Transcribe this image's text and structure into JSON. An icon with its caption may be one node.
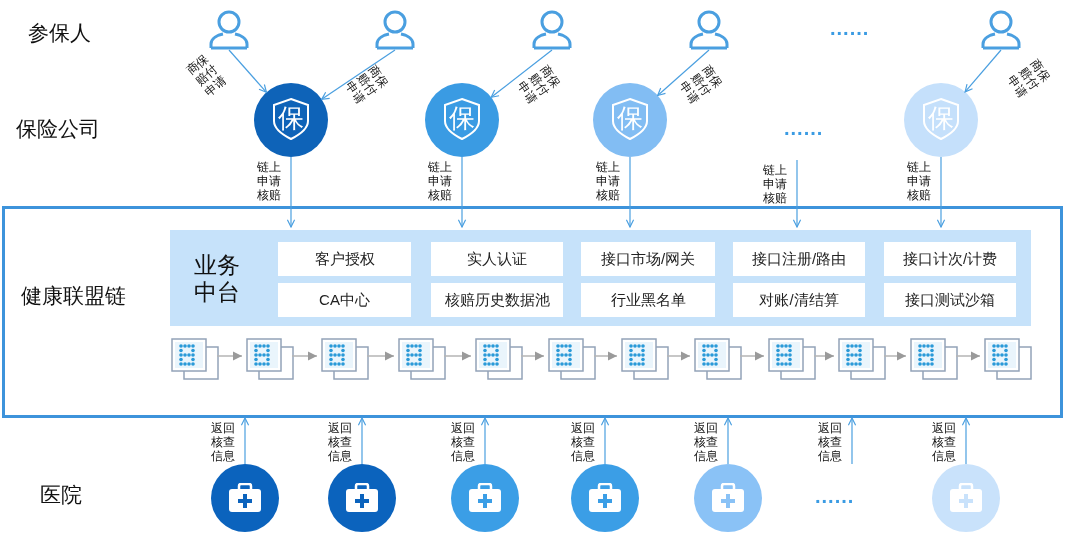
{
  "diagram": {
    "nodes": [
      {
        "text": [],
        "shape": "person"
      },
      {
        "text": [],
        "shape": "person"
      },
      {
        "text": [],
        "shape": "person"
      },
      {
        "text": [],
        "shape": "person"
      },
      {
        "text": [],
        "shape": "person"
      },
      {
        "text": [
          "保"
        ]
      },
      {
        "text": [
          "保"
        ]
      },
      {
        "text": [
          "保"
        ]
      },
      {
        "text": [
          "保"
        ]
      },
      {
        "text": [
          "健康联盟链"
        ]
      },
      {
        "text": [
          "业务中台"
        ],
        "in": 9
      },
      {
        "text": [
          "客户授权"
        ],
        "in": 10
      },
      {
        "text": [
          "实人认证"
        ],
        "in": 10
      },
      {
        "text": [
          "接口市场/网关"
        ],
        "in": 10
      },
      {
        "text": [
          "接口注册/路由"
        ],
        "in": 10
      },
      {
        "text": [
          "接口计次/计费"
        ],
        "in": 10
      },
      {
        "text": [
          "CA中心"
        ],
        "in": 10
      },
      {
        "text": [
          "核赔历史数据池"
        ],
        "in": 10
      },
      {
        "text": [
          "行业黑名单"
        ],
        "in": 10
      },
      {
        "text": [
          "对账/清结算"
        ],
        "in": 10
      },
      {
        "text": [
          "接口测试沙箱"
        ],
        "in": 10
      },
      {
        "text": [],
        "shape": "picture",
        "in": 9
      },
      {
        "text": [],
        "shape": "picture",
        "in": 9
      },
      {
        "text": [],
        "shape": "picture",
        "in": 9
      },
      {
        "text": [],
        "shape": "picture",
        "in": 9
      },
      {
        "text": [],
        "shape": "picture",
        "in": 9
      },
      {
        "text": [],
        "shape": "picture",
        "in": 9
      },
      {
        "text": [],
        "shape": "picture",
        "in": 9
      },
      {
        "text": [],
        "shape": "picture",
        "in": 9
      },
      {
        "text": [],
        "shape": "picture",
        "in": 9
      },
      {
        "text": [],
        "shape": "picture",
        "in": 9
      },
      {
        "text": [],
        "shape": "picture",
        "in": 9
      },
      {
        "text": [],
        "shape": "picture",
        "in": 9
      },
      {
        "text": [],
        "shape": "circle"
      },
      {
        "text": [],
        "shape": "circle"
      },
      {
        "text": [],
        "shape": "circle"
      },
      {
        "text": [],
        "shape": "circle"
      },
      {
        "text": [],
        "shape": "circle"
      },
      {
        "text": [],
        "shape": "circle"
      }
    ],
    "edges": [
      {
        "from": 0,
        "to": 5,
        "arrow": "to",
        "label": "商保赔付申请"
      },
      {
        "from": 1,
        "to": 5,
        "arrow": "to",
        "label": "商保赔付申请"
      },
      {
        "from": 2,
        "to": 6,
        "arrow": "to",
        "label": "商保赔付申请"
      },
      {
        "from": 3,
        "to": 7,
        "arrow": "to",
        "label": "商保赔付申请"
      },
      {
        "from": 4,
        "to": 8,
        "arrow": "to",
        "label": "商保赔付申请"
      },
      {
        "from": 5,
        "to": 10,
        "arrow": "to",
        "label": "链上申请核赔"
      },
      {
        "from": 6,
        "to": 10,
        "arrow": "to",
        "label": "链上申请核赔"
      },
      {
        "from": 7,
        "to": 10,
        "arrow": "to",
        "label": "链上申请核赔"
      },
      {
        "from": null,
        "to": 10,
        "arrow": "to",
        "label": "链上申请核赔"
      },
      {
        "from": 8,
        "to": 10,
        "arrow": "to",
        "label": "链上申请核赔"
      },
      {
        "from": 21,
        "to": 22,
        "arrow": "to",
        "color": "#b4b4b4"
      },
      {
        "from": 22,
        "to": 23,
        "arrow": "to",
        "color": "#b4b4b4"
      },
      {
        "from": 23,
        "to": 24,
        "arrow": "to",
        "color": "#b4b4b4"
      },
      {
        "from": 24,
        "to": 25,
        "arrow": "to",
        "color": "#b4b4b4"
      },
      {
        "from": 25,
        "to": 26,
        "arrow": "to",
        "color": "#b4b4b4"
      },
      {
        "from": 26,
        "to": 27,
        "arrow": "to",
        "color": "#b4b4b4"
      },
      {
        "from": 27,
        "to": 28,
        "arrow": "to",
        "color": "#b4b4b4"
      },
      {
        "from": 28,
        "to": 29,
        "arrow": "to",
        "color": "#b4b4b4"
      },
      {
        "from": 29,
        "to": 30,
        "arrow": "to",
        "color": "#b4b4b4"
      },
      {
        "from": 30,
        "to": 31,
        "arrow": "to",
        "color": "#b4b4b4"
      },
      {
        "from": 31,
        "to": 32,
        "arrow": "to",
        "color": "#b4b4b4"
      },
      {
        "from": 33,
        "to": 9,
        "arrow": "to",
        "label": "返回核查信息"
      },
      {
        "from": 34,
        "to": 9,
        "arrow": "to",
        "label": "返回核查信息"
      },
      {
        "from": 35,
        "to": 9,
        "arrow": "to",
        "label": "返回核查信息"
      },
      {
        "from": 36,
        "to": 9,
        "arrow": "to",
        "label": "返回核查信息"
      },
      {
        "from": 37,
        "to": 9,
        "arrow": "to",
        "label": "返回核查信息"
      },
      {
        "from": null,
        "to": 9,
        "arrow": "to",
        "label": "返回核查信息"
      },
      {
        "from": 38,
        "to": 9,
        "arrow": "to",
        "label": "返回核查信息"
      }
    ],
    "labels": [
      "参保人",
      "......",
      "保险公司",
      "......",
      "医院",
      "......"
    ]
  }
}
